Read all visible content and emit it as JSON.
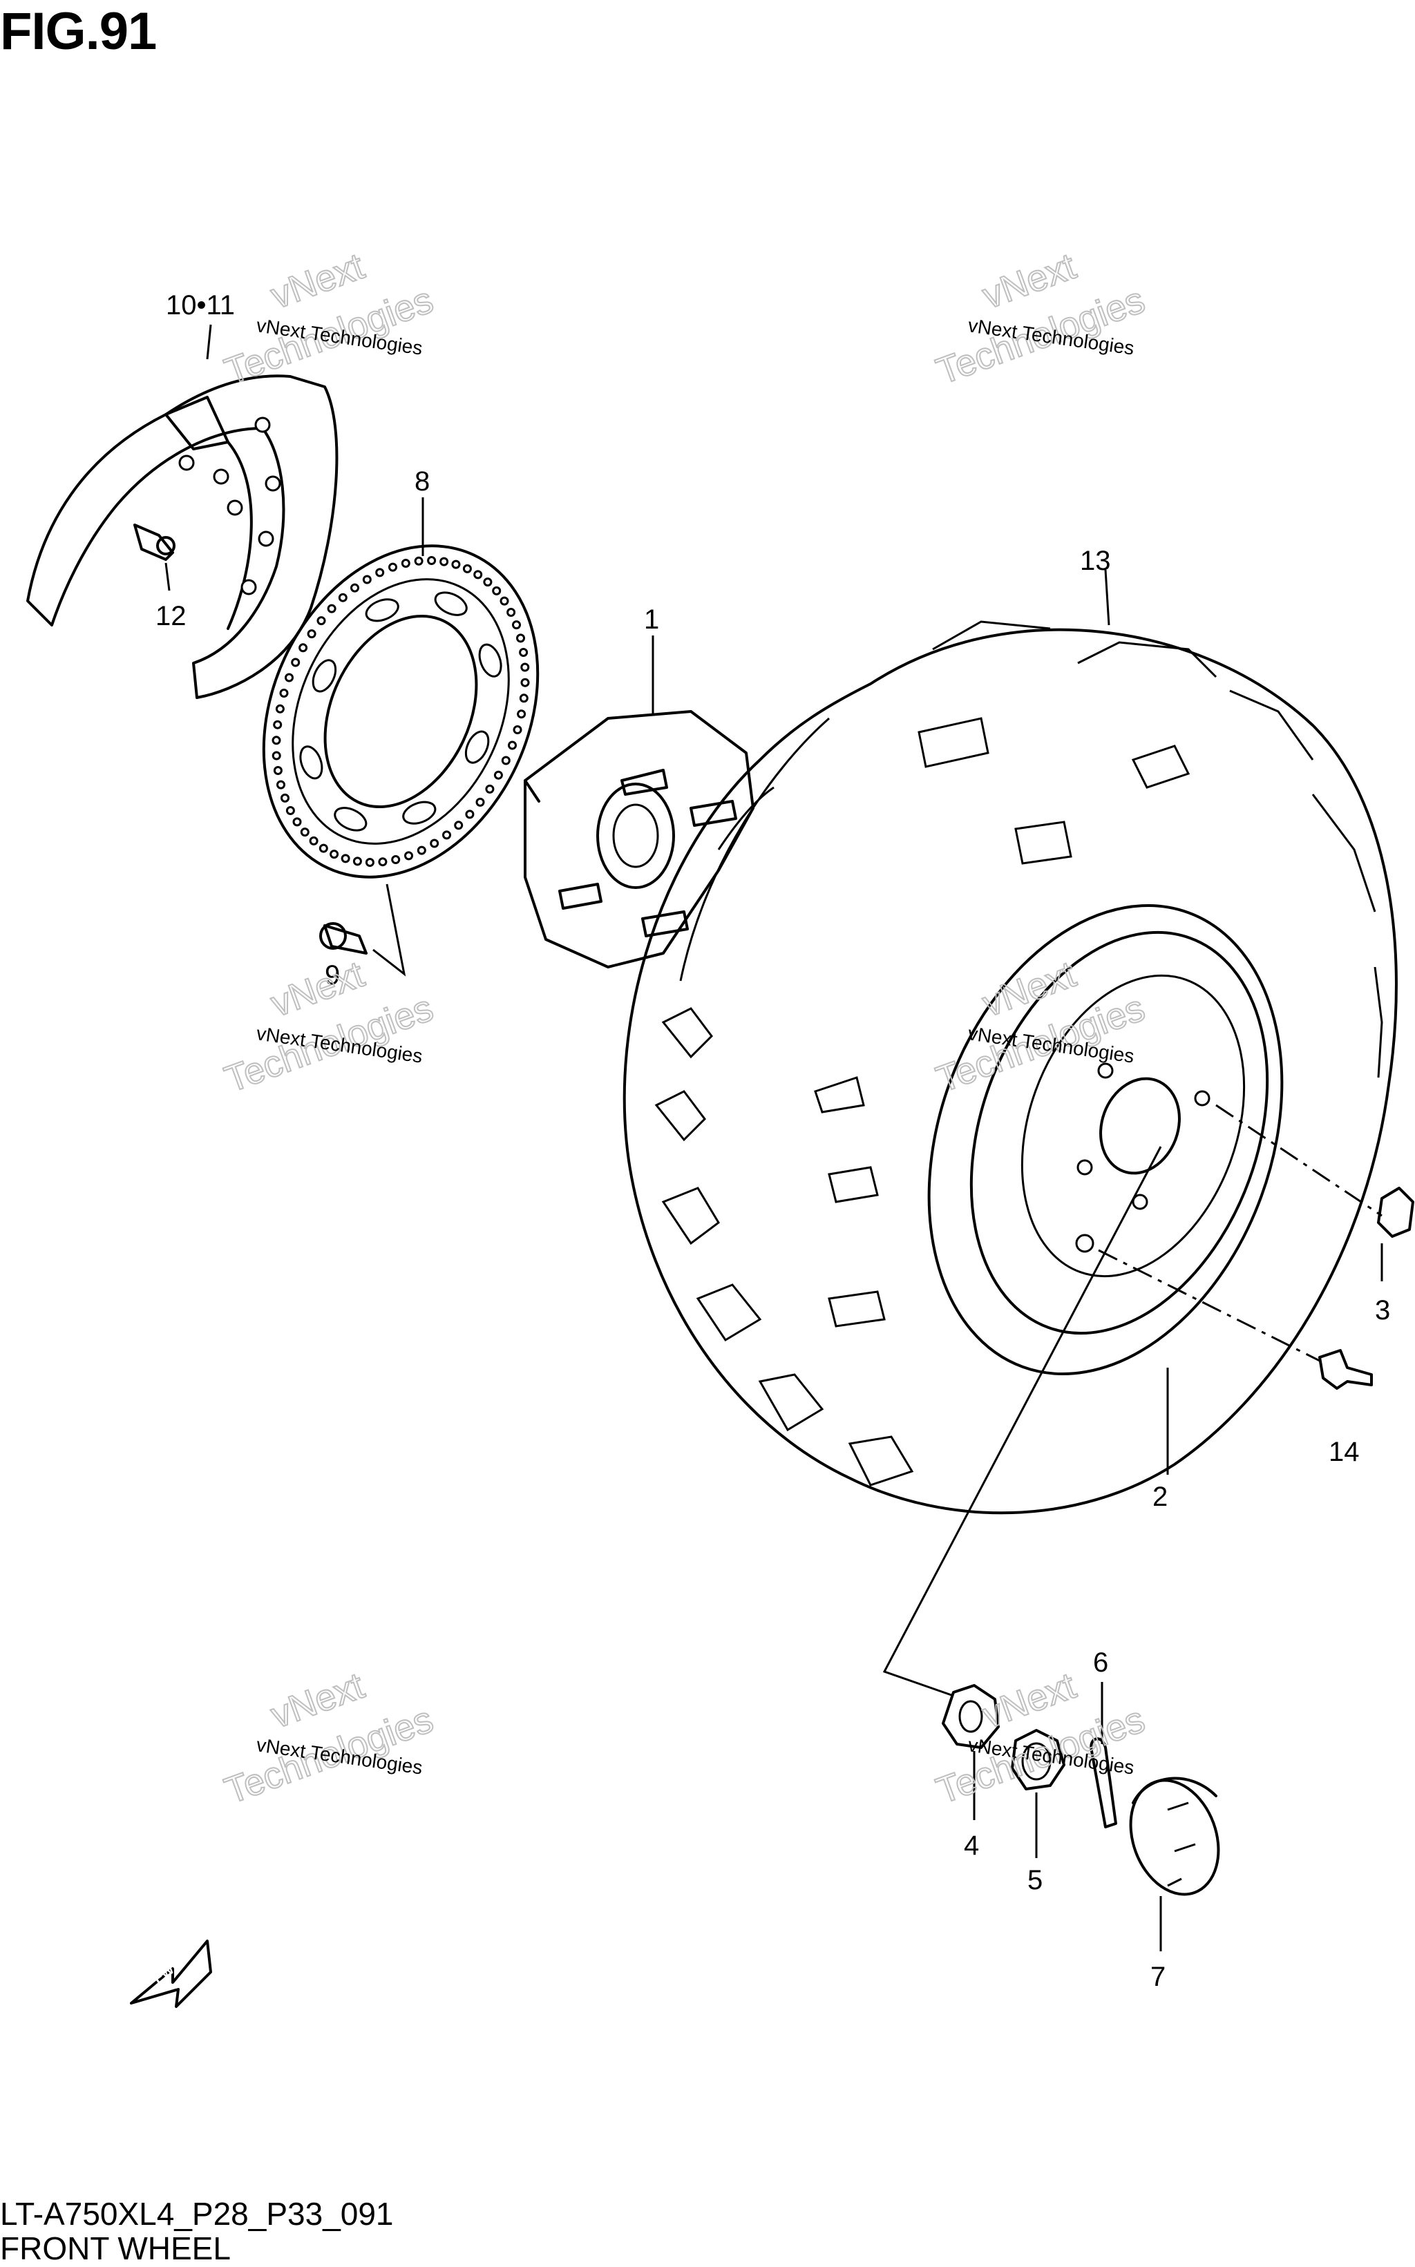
{
  "figure": {
    "title": "FIG.91",
    "model_code": "LT-A750XL4_P28_P33_091",
    "section_name": "FRONT WHEEL"
  },
  "fwd_arrow": {
    "label": "FWD"
  },
  "watermark": {
    "line1": "vNext Technologies",
    "line2": "vNext",
    "line3": "Technologies"
  },
  "parts": [
    {
      "id": "1",
      "label": "1"
    },
    {
      "id": "2",
      "label": "2"
    },
    {
      "id": "3",
      "label": "3"
    },
    {
      "id": "4",
      "label": "4"
    },
    {
      "id": "5",
      "label": "5"
    },
    {
      "id": "6",
      "label": "6"
    },
    {
      "id": "7",
      "label": "7"
    },
    {
      "id": "8",
      "label": "8"
    },
    {
      "id": "9",
      "label": "9"
    },
    {
      "id": "10-11",
      "label": "10•11"
    },
    {
      "id": "12",
      "label": "12"
    },
    {
      "id": "13",
      "label": "13"
    },
    {
      "id": "14",
      "label": "14"
    }
  ]
}
